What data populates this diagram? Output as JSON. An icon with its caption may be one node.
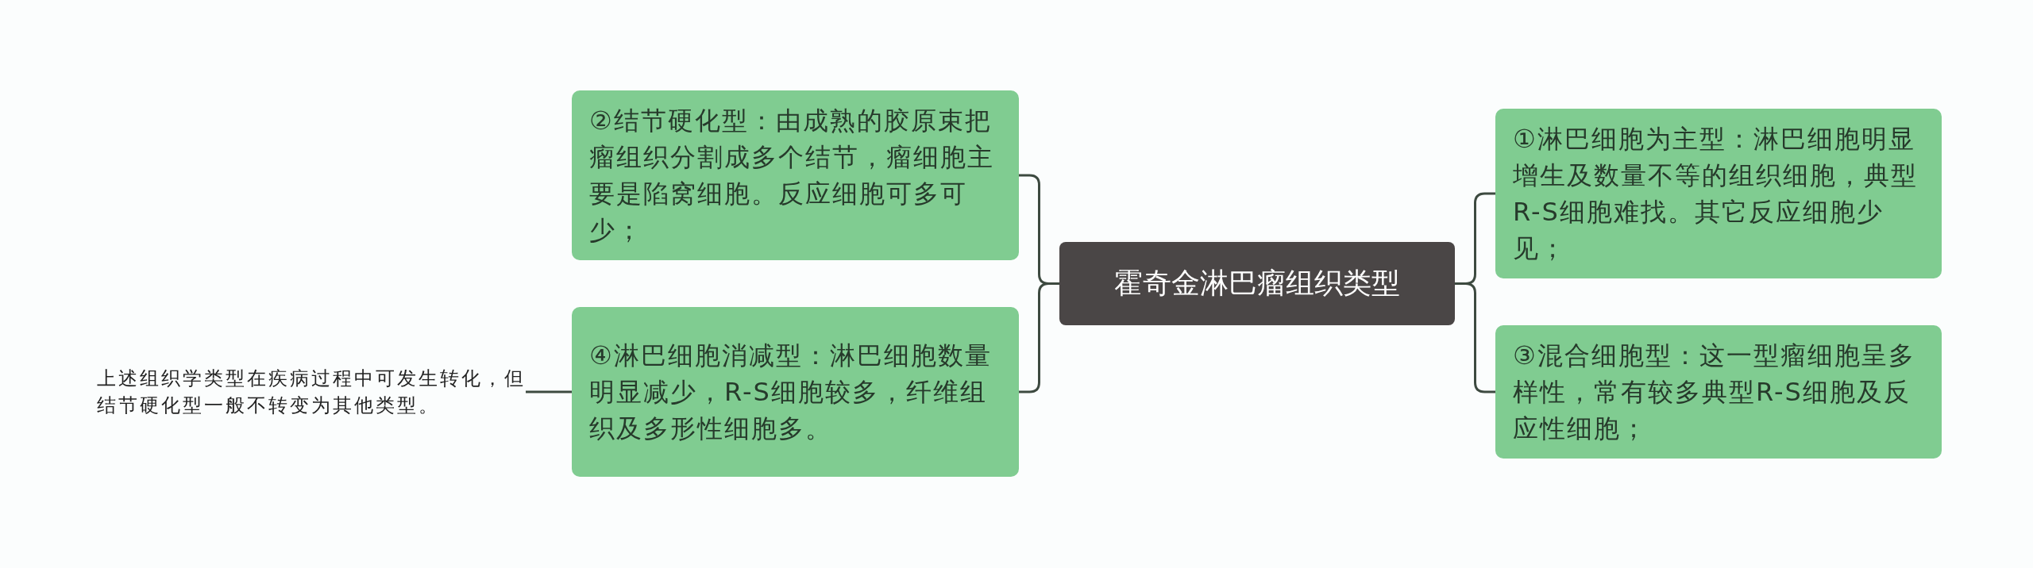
{
  "diagram": {
    "nodes": [
      {
        "text": [
          "霍奇金淋巴瘤组织类型"
        ]
      },
      {
        "text": [
          "②结节硬化型：由成熟的胶原束把瘤组织分割成多个结节，瘤细胞主要是陷窝细胞。反应细胞可多可少；"
        ]
      },
      {
        "text": [
          "④淋巴细胞消减型：淋巴细胞数量明显减少，R-S细胞较多，纤维组织及多形性细胞多。"
        ]
      },
      {
        "text": [
          "①淋巴细胞为主型：淋巴细胞明显增生及数量不等的组织细胞，典型R-S细胞难找。其它反应细胞少见；"
        ]
      },
      {
        "text": [
          "③混合细胞型：这一型瘤细胞呈多样性，常有较多典型R-S细胞及反应性细胞；"
        ]
      },
      {
        "text": [
          "上述组织学类型在疾病过程中可发生转化，但结节硬化型一般不转变为其他类型。"
        ]
      }
    ],
    "edges": [
      {
        "from": 0,
        "to": 1,
        "arrow": "none"
      },
      {
        "from": 0,
        "to": 2,
        "arrow": "none"
      },
      {
        "from": 0,
        "to": 3,
        "arrow": "none"
      },
      {
        "from": 0,
        "to": 4,
        "arrow": "none"
      },
      {
        "from": 2,
        "to": 5,
        "arrow": "none"
      }
    ]
  }
}
